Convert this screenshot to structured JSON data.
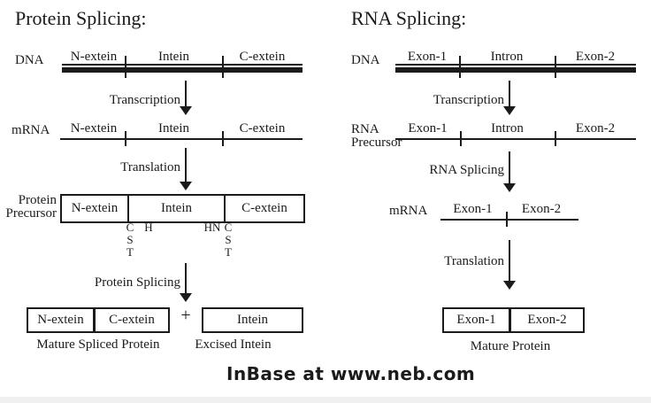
{
  "colors": {
    "ink": "#1b1b1b",
    "background": "#ffffff"
  },
  "credit": "InBase at www.neb.com",
  "protein": {
    "title": "Protein Splicing:",
    "dna": {
      "label": "DNA",
      "segments": [
        "N-extein",
        "Intein",
        "C-extein"
      ]
    },
    "mrna": {
      "label": "mRNA",
      "segments": [
        "N-extein",
        "Intein",
        "C-extein"
      ]
    },
    "precursor": {
      "label": [
        "Protein",
        "Precursor"
      ],
      "segments": [
        "N-extein",
        "Intein",
        "C-extein"
      ]
    },
    "steps": {
      "transcription": "Transcription",
      "translation": "Translation",
      "splicing": "Protein Splicing"
    },
    "residues": {
      "left": [
        "C",
        "S",
        "T"
      ],
      "h": "H",
      "hn": "HN",
      "right": [
        "C",
        "S",
        "T"
      ]
    },
    "products": {
      "mature": {
        "segments": [
          "N-extein",
          "C-extein"
        ],
        "caption": "Mature Spliced Protein"
      },
      "plus": "+",
      "excised": {
        "segment": "Intein",
        "caption": "Excised Intein"
      }
    }
  },
  "rna": {
    "title": "RNA Splicing:",
    "dna": {
      "label": "DNA",
      "segments": [
        "Exon-1",
        "Intron",
        "Exon-2"
      ]
    },
    "precursor": {
      "label": [
        "RNA",
        "Precursor"
      ],
      "segments": [
        "Exon-1",
        "Intron",
        "Exon-2"
      ]
    },
    "mrna": {
      "label": "mRNA",
      "segments": [
        "Exon-1",
        "Exon-2"
      ]
    },
    "steps": {
      "transcription": "Transcription",
      "splicing": "RNA Splicing",
      "translation": "Translation"
    },
    "products": {
      "mature": {
        "segments": [
          "Exon-1",
          "Exon-2"
        ],
        "caption": "Mature Protein"
      }
    }
  }
}
